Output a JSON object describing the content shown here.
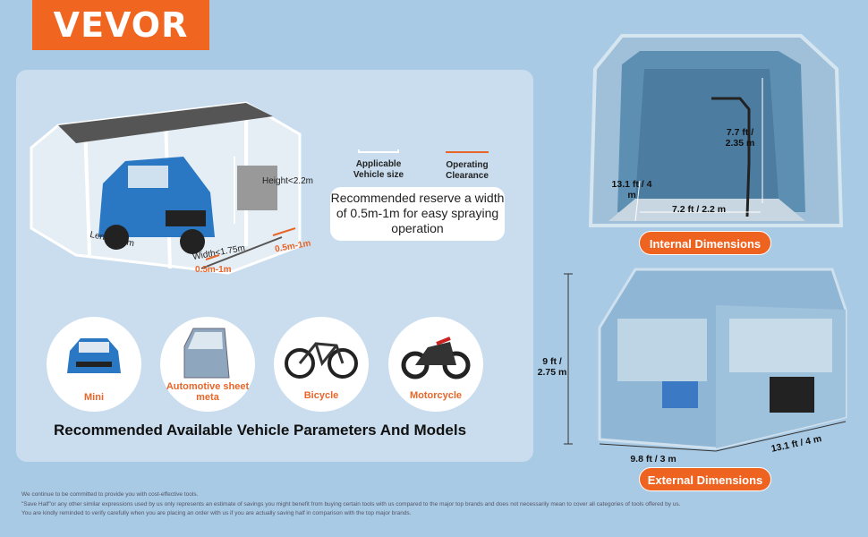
{
  "brand": "VEVOR",
  "panel": {
    "dimensions": {
      "height": "Height<2.2m",
      "length": "Length<4m",
      "width": "Width<1.75m",
      "clearance_side": "0.5m-1m",
      "clearance_front": "0.5m-1m"
    },
    "legend": {
      "applicable": "Applicable Vehicle size",
      "operating": "Operating Clearance",
      "applicable_color": "#ffffff",
      "operating_color": "#e8662a"
    },
    "note": "Recommended reserve a width of 0.5m-1m for easy spraying operation",
    "models": [
      {
        "label": "Mini"
      },
      {
        "label": "Automotive sheet meta"
      },
      {
        "label": "Bicycle"
      },
      {
        "label": "Motorcycle"
      }
    ],
    "title": "Recommended Available Vehicle  Parameters And Models"
  },
  "internal": {
    "height": "7.7 ft / 2.35 m",
    "depth": "13.1 ft / 4 m",
    "width": "7.2 ft / 2.2 m",
    "label": "Internal Dimensions"
  },
  "external": {
    "height": "9 ft / 2.75 m",
    "width": "9.8 ft / 3 m",
    "length": "13.1 ft / 4 m",
    "label": "External Dimensions"
  },
  "disclaimer": [
    "We continue to be committed to provide you with cost-effective tools.",
    "\"Save Half\"or any other similar expressions used by us only represents an estimate of savings you might benefit from buying certain tools with us compared to the major top brands and does not necessarily mean to cover all categories of tools offered by us.",
    "You are kindly reminded to verify carefully when you are placing an order with us if you are actually saving half in comparison with the top major brands."
  ]
}
